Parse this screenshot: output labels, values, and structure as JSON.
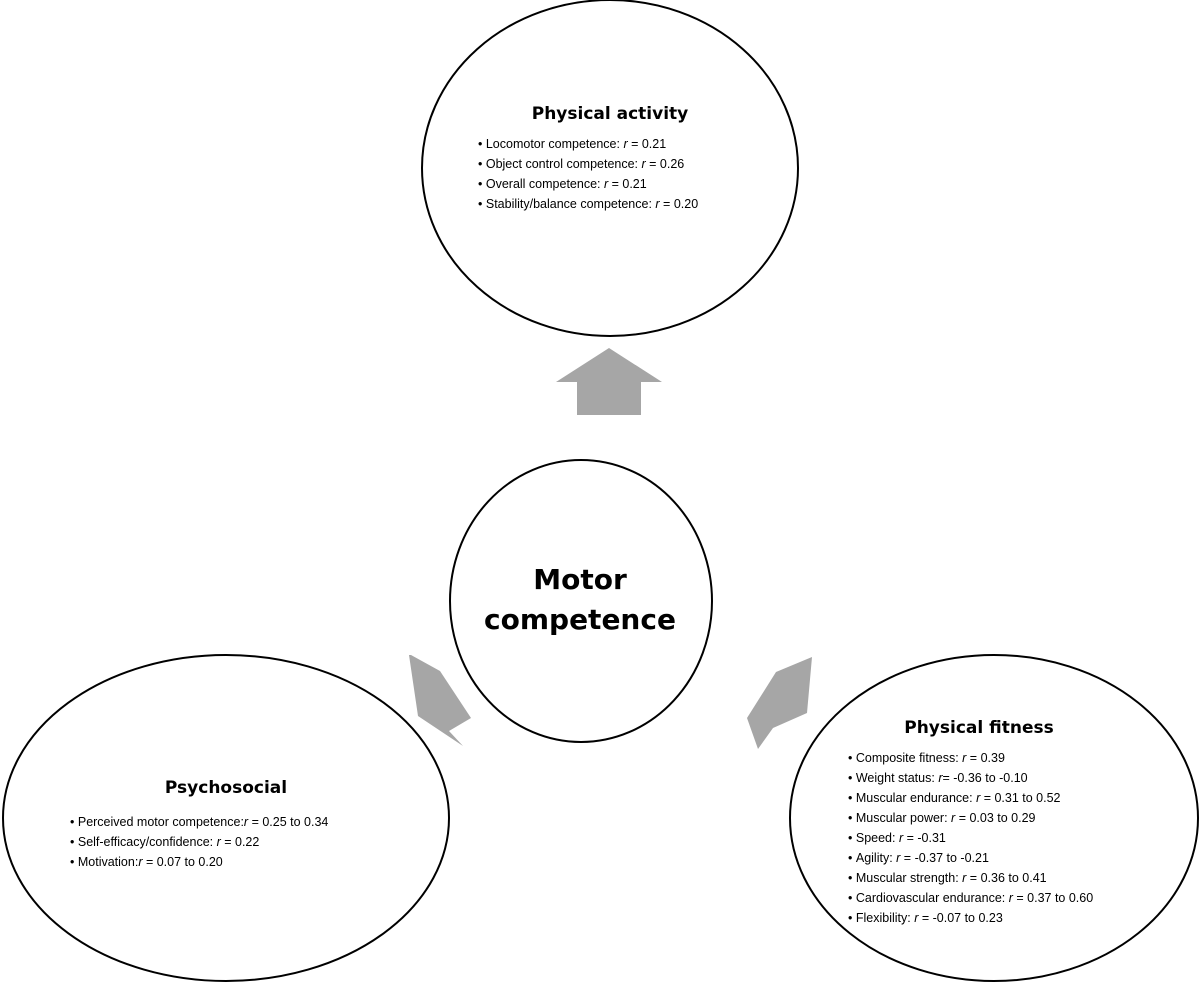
{
  "center": {
    "line1": "Motor",
    "line2": "competence"
  },
  "physical_activity": {
    "title": "Physical activity",
    "items": [
      {
        "label": "Locomotor competence: ",
        "r": "r",
        "value": " = 0.21"
      },
      {
        "label": "Object control competence: ",
        "r": "r",
        "value": " = 0.26"
      },
      {
        "label": "Overall competence: ",
        "r": "r",
        "value": " = 0.21"
      },
      {
        "label": "Stability/balance competence: ",
        "r": "r",
        "value": " = 0.20"
      }
    ]
  },
  "psychosocial": {
    "title": "Psychosocial",
    "items": [
      {
        "label": "Perceived motor competence:",
        "r": "r",
        "value": " = 0.25 to 0.34"
      },
      {
        "label": "Self-efficacy/confidence: ",
        "r": "r",
        "value": " = 0.22"
      },
      {
        "label": "Motivation:",
        "r": "r",
        "value": " = 0.07 to 0.20"
      }
    ]
  },
  "physical_fitness": {
    "title": "Physical fitness",
    "items": [
      {
        "label": "Composite fitness: ",
        "r": "r",
        "value": " = 0.39"
      },
      {
        "label": "Weight status: ",
        "r": "r",
        "value": "= -0.36 to -0.10"
      },
      {
        "label": "Muscular endurance: ",
        "r": "r",
        "value": " = 0.31 to 0.52"
      },
      {
        "label": "Muscular power: ",
        "r": "r",
        "value": " = 0.03 to 0.29"
      },
      {
        "label": "Speed: ",
        "r": "r",
        "value": " = -0.31"
      },
      {
        "label": "Agility: ",
        "r": "r",
        "value": " = -0.37 to -0.21"
      },
      {
        "label": "Muscular strength: ",
        "r": "r",
        "value": " = 0.36 to 0.41"
      },
      {
        "label": "Cardiovascular endurance: ",
        "r": "r",
        "value": " = 0.37 to 0.60"
      },
      {
        "label": "Flexibility: ",
        "r": "r",
        "value": " = -0.07 to 0.23"
      }
    ]
  },
  "colors": {
    "arrow": "#a6a6a6",
    "outline": "#000000"
  }
}
